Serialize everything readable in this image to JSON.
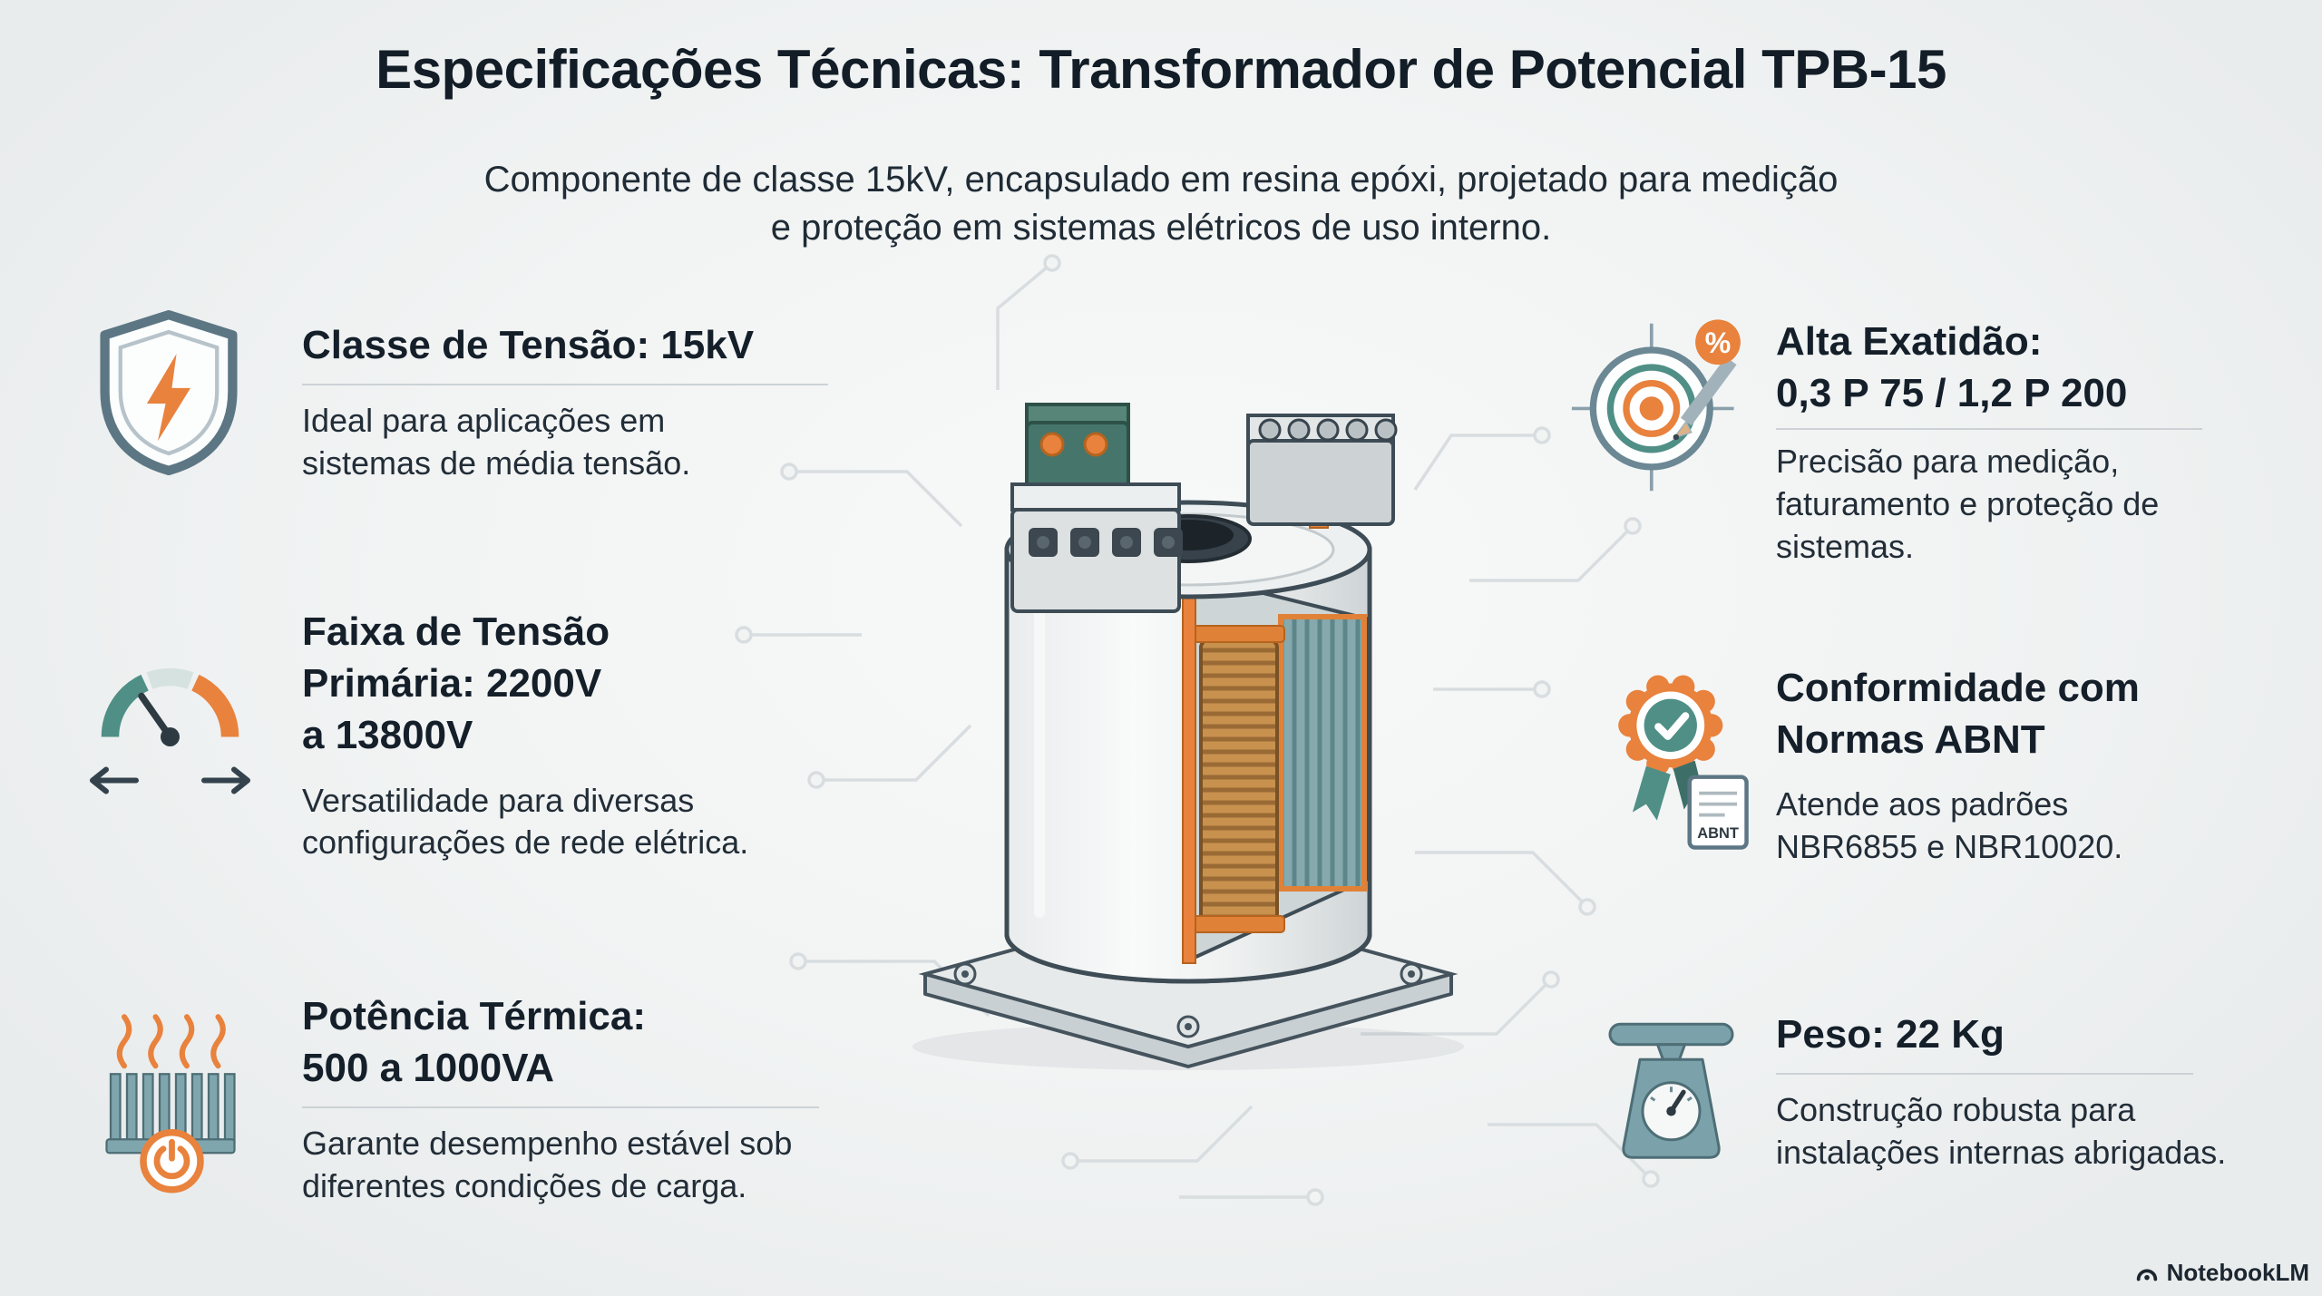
{
  "title": "Especificações Técnicas: Transformador de Potencial TPB-15",
  "subtitle": "Componente de classe 15kV, encapsulado em resina epóxi, projetado para medição\ne proteção em sistemas elétricos de uso interno.",
  "features": {
    "left": [
      {
        "icon": "shield-lightning-icon",
        "heading": "Classe de Tensão: 15kV",
        "body": "Ideal para aplicações em\nsistemas de média tensão."
      },
      {
        "icon": "gauge-icon",
        "heading": "Faixa de Tensão\nPrimária: 2200V\na 13800V",
        "body": "Versatilidade para diversas\nconfigurações de rede elétrica."
      },
      {
        "icon": "heatsink-power-icon",
        "heading": "Potência Térmica:\n500 a 1000VA",
        "body": "Garante desempenho estável sob\ndiferentes condições de carga."
      }
    ],
    "right": [
      {
        "icon": "target-accuracy-icon",
        "heading": "Alta Exatidão:\n0,3 P 75 / 1,2 P 200",
        "body": "Precisão para medição,\nfaturamento e proteção de\nsistemas."
      },
      {
        "icon": "certified-badge-icon",
        "heading": "Conformidade com\nNormas ABNT",
        "body": "Atende aos padrões\nNBR6855 e NBR10020."
      },
      {
        "icon": "weight-scale-icon",
        "heading": "Peso: 22 Kg",
        "body": "Construção robusta para\ninstalações internas abrigadas."
      }
    ]
  },
  "icons": {
    "percent_label": "%",
    "abnt_label": "ABNT"
  },
  "watermark": "NotebookLM",
  "colors": {
    "background": "#f2f4f4",
    "text_dark": "#141f2a",
    "teal": "#4f8f86",
    "orange": "#e8823d",
    "slate": "#5c7684",
    "copper": "#c8914e",
    "trace": "#d8dde0"
  }
}
